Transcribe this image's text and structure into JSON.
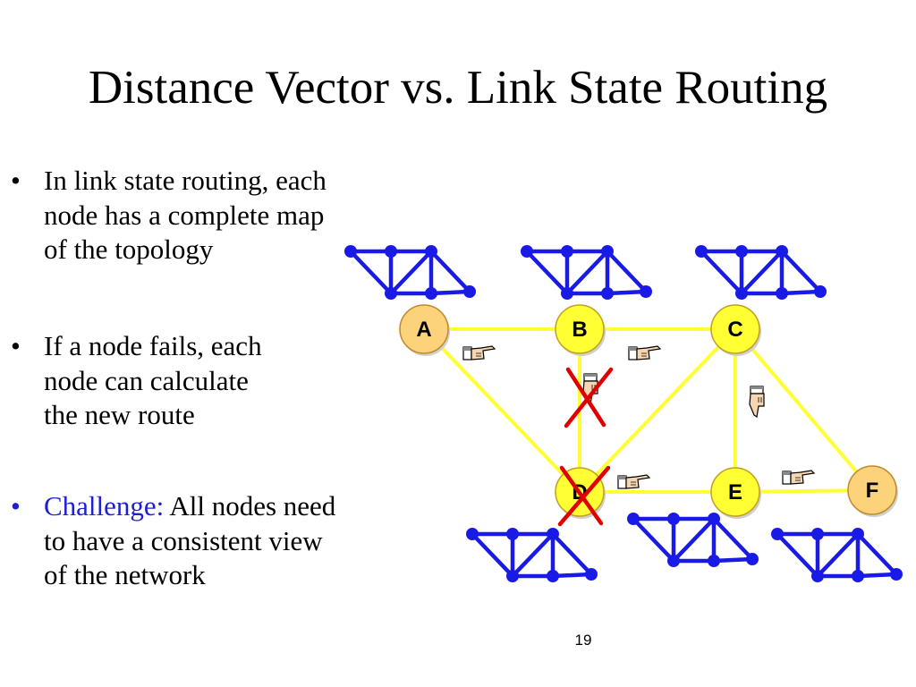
{
  "slide": {
    "title": "Distance Vector vs. Link State Routing",
    "page_number": "19",
    "bullets": [
      {
        "lines": [
          "In link state routing, each",
          "node has a complete map",
          "of the topology"
        ]
      },
      {
        "lines": [
          "If a node fails, each",
          "node can calculate",
          "the new route"
        ]
      },
      {
        "highlight": "Challenge:",
        "lines": [
          "All nodes need",
          "to have a consistent view",
          "of the network"
        ]
      }
    ]
  },
  "diagram": {
    "nodes": [
      {
        "id": "A",
        "label": "A",
        "failed": false
      },
      {
        "id": "B",
        "label": "B",
        "failed": false
      },
      {
        "id": "C",
        "label": "C",
        "failed": false
      },
      {
        "id": "D",
        "label": "D",
        "failed": true
      },
      {
        "id": "E",
        "label": "E",
        "failed": false
      },
      {
        "id": "F",
        "label": "F",
        "failed": false
      }
    ],
    "links": [
      {
        "from": "A",
        "to": "B",
        "failed": false
      },
      {
        "from": "B",
        "to": "C",
        "failed": false
      },
      {
        "from": "A",
        "to": "D",
        "failed": false
      },
      {
        "from": "B",
        "to": "D",
        "failed": true
      },
      {
        "from": "C",
        "to": "D",
        "failed": false
      },
      {
        "from": "C",
        "to": "E",
        "failed": false
      },
      {
        "from": "C",
        "to": "F",
        "failed": false
      },
      {
        "from": "D",
        "to": "E",
        "failed": false
      },
      {
        "from": "E",
        "to": "F",
        "failed": false
      }
    ],
    "colors": {
      "node_fill": "#fcd27a",
      "link": "#ffff33",
      "failure_mark": "#e00000",
      "map_graph": "#1a1ae6"
    },
    "icons": [
      "topology-map-icon",
      "pointing-hand-icon",
      "failure-x-icon"
    ]
  }
}
